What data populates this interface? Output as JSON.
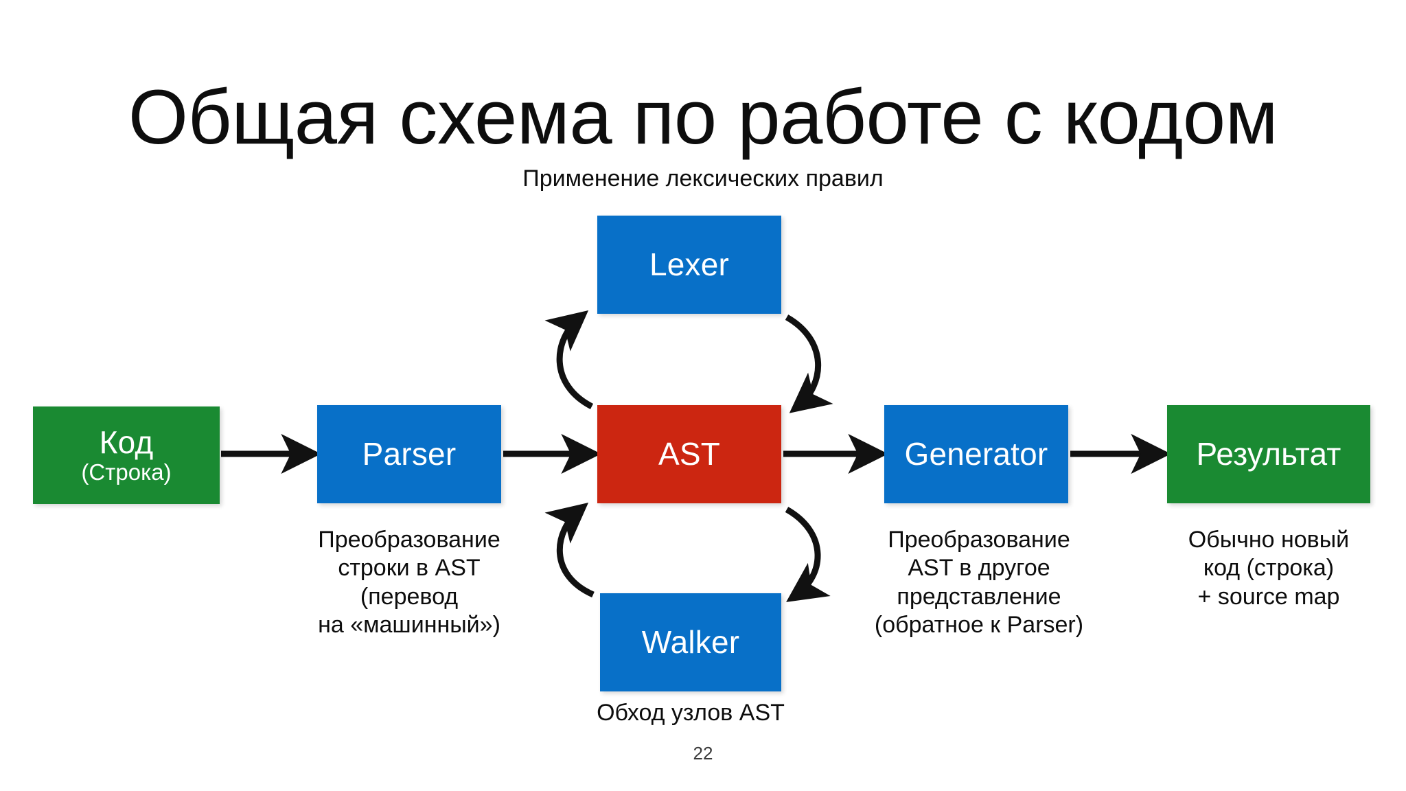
{
  "slide": {
    "title": "Общая схема по работе с кодом",
    "page_number": "22",
    "background_color": "#ffffff"
  },
  "colors": {
    "green": "#1A8A32",
    "blue": "#0870C8",
    "red": "#CC2611",
    "text": "#0d0d0d",
    "node_text": "#ffffff",
    "arrow": "#111111"
  },
  "nodes": {
    "code": {
      "label": "Код",
      "sublabel": "(Строка)",
      "color": "#1A8A32"
    },
    "parser": {
      "label": "Parser",
      "color": "#0870C8"
    },
    "ast": {
      "label": "AST",
      "color": "#CC2611"
    },
    "generator": {
      "label": "Generator",
      "color": "#0870C8"
    },
    "result": {
      "label": "Результат",
      "color": "#1A8A32"
    },
    "lexer": {
      "label": "Lexer",
      "color": "#0870C8"
    },
    "walker": {
      "label": "Walker",
      "color": "#0870C8"
    }
  },
  "captions": {
    "top": "Применение лексических правил",
    "parser": "Преобразование\nстроки в AST\n(перевод\nна «машинный»)",
    "generator": "Преобразование\nAST в другое\nпредставление\n(обратное к Parser)",
    "result": "Обычно новый\nкод (строка)\n+ source map",
    "walker": "Обход узлов AST"
  },
  "chart_data": {
    "type": "diagram",
    "title": "Общая схема по работе с кодом",
    "nodes": [
      {
        "id": "code",
        "label": "Код (Строка)",
        "color": "#1A8A32",
        "row": "main"
      },
      {
        "id": "parser",
        "label": "Parser",
        "color": "#0870C8",
        "row": "main"
      },
      {
        "id": "ast",
        "label": "AST",
        "color": "#CC2611",
        "row": "main"
      },
      {
        "id": "generator",
        "label": "Generator",
        "color": "#0870C8",
        "row": "main"
      },
      {
        "id": "result",
        "label": "Результат",
        "color": "#1A8A32",
        "row": "main"
      },
      {
        "id": "lexer",
        "label": "Lexer",
        "color": "#0870C8",
        "row": "top"
      },
      {
        "id": "walker",
        "label": "Walker",
        "color": "#0870C8",
        "row": "bottom"
      }
    ],
    "edges": [
      {
        "from": "code",
        "to": "parser",
        "style": "straight"
      },
      {
        "from": "parser",
        "to": "ast",
        "style": "straight"
      },
      {
        "from": "ast",
        "to": "generator",
        "style": "straight"
      },
      {
        "from": "generator",
        "to": "result",
        "style": "straight"
      },
      {
        "from": "ast",
        "to": "lexer",
        "style": "curved-left"
      },
      {
        "from": "lexer",
        "to": "ast",
        "style": "curved-right"
      },
      {
        "from": "ast",
        "to": "walker",
        "style": "curved-right"
      },
      {
        "from": "walker",
        "to": "ast",
        "style": "curved-left"
      }
    ]
  }
}
